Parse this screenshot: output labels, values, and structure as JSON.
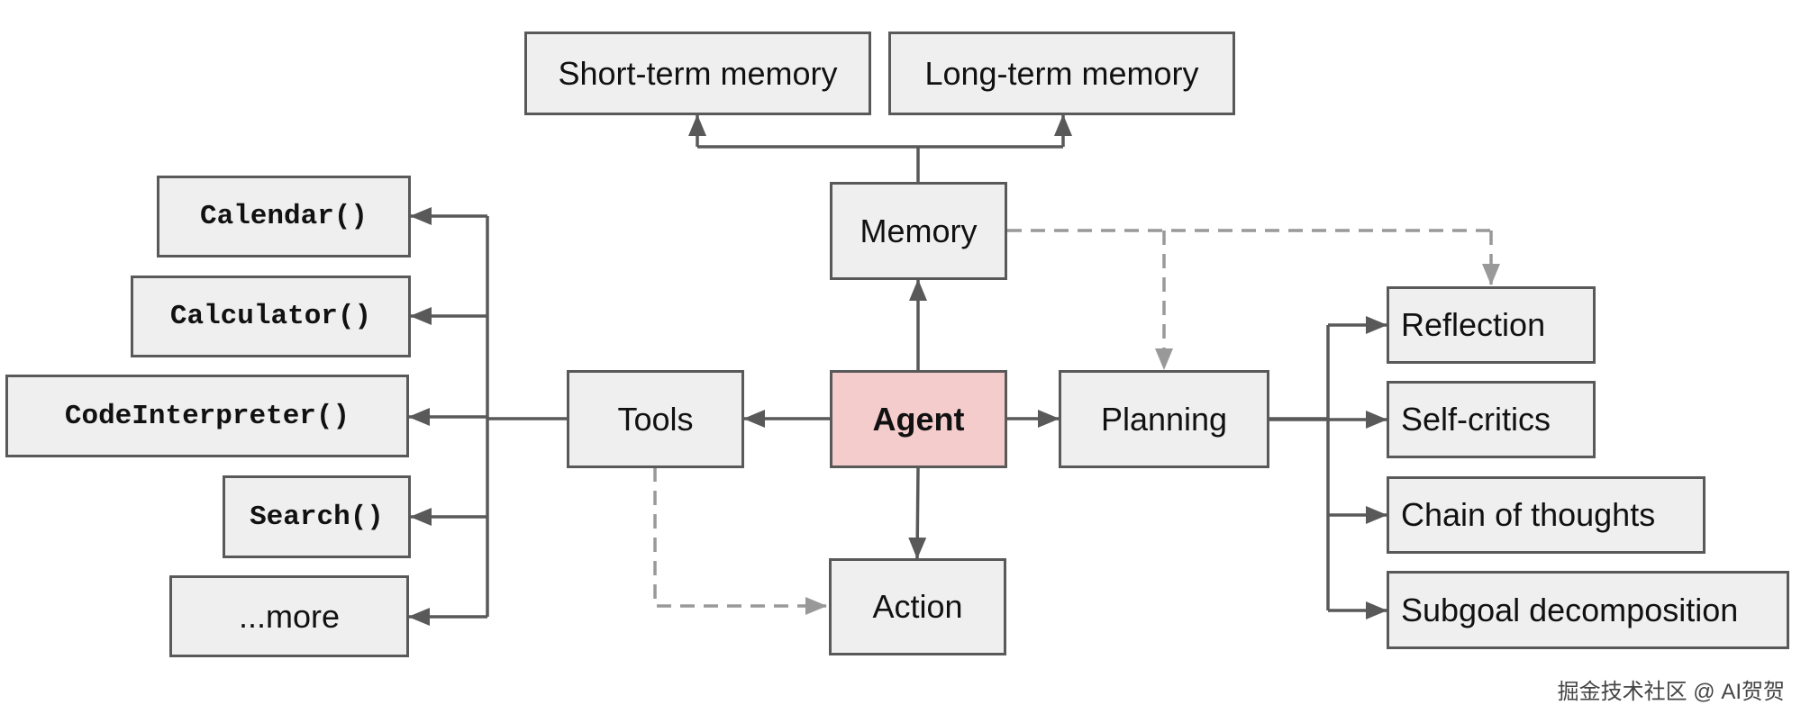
{
  "nodes": {
    "short_term_memory": "Short-term memory",
    "long_term_memory": "Long-term memory",
    "memory": "Memory",
    "agent": "Agent",
    "tools": "Tools",
    "planning": "Planning",
    "action": "Action",
    "tools_list": [
      "Calendar()",
      "Calculator()",
      "CodeInterpreter()",
      "Search()",
      "...more"
    ],
    "planning_list": [
      "Reflection",
      "Self-critics",
      "Chain of thoughts",
      "Subgoal decomposition"
    ]
  },
  "colors": {
    "box_fill": "#efefef",
    "box_border": "#595959",
    "agent_fill": "#f4cccc",
    "arrow_solid": "#595959",
    "arrow_dashed": "#999999"
  },
  "watermark": "掘金技术社区 @ AI贺贺"
}
